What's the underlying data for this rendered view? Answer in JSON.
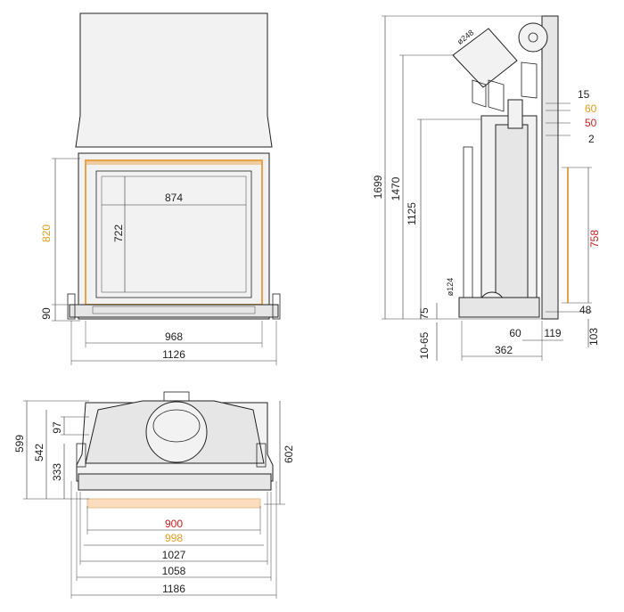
{
  "colors": {
    "line": "#222222",
    "red": "#c81e1e",
    "orange": "#e0a020",
    "frame_orange": "#e8a34a"
  },
  "front_view": {
    "dims": {
      "inner_w": "874",
      "inner_h": "722",
      "frame_h": "820",
      "base_h": "90",
      "base_w": "968",
      "total_w": "1126"
    }
  },
  "side_view": {
    "dims": {
      "total_h": "1699",
      "h2": "1470",
      "h3": "1125",
      "top_off": "15",
      "off60": "60",
      "off50": "50",
      "off2": "2",
      "h758": "758",
      "h48": "48",
      "h103": "103",
      "w60": "60",
      "w119": "119",
      "h75": "75",
      "h1065": "10-65",
      "w362": "362",
      "d124": "ø124",
      "d248": "ø248"
    }
  },
  "top_view": {
    "dims": {
      "d599": "599",
      "d542": "542",
      "d97": "97",
      "d333": "333",
      "d602": "602",
      "w900": "900",
      "w998": "998",
      "w1027": "1027",
      "w1058": "1058",
      "w1186": "1186"
    }
  }
}
